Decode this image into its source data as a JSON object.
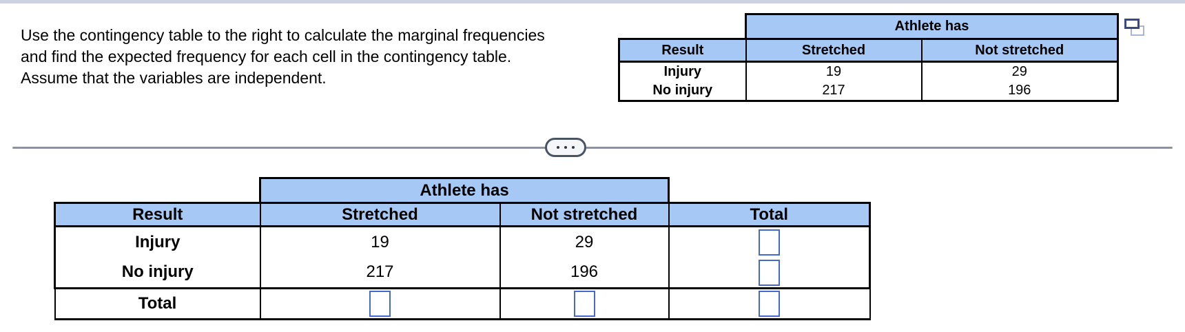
{
  "problem": {
    "line1": "Use the contingency table to the right to calculate the marginal frequencies",
    "line2": "and find the expected frequency for each cell in the contingency table.",
    "line3": "Assume that the variables are independent."
  },
  "reference_table": {
    "span_header": "Athlete has",
    "columns": [
      "Result",
      "Stretched",
      "Not stretched"
    ],
    "rows": [
      {
        "label": "Injury",
        "stretched": "19",
        "not_stretched": "29"
      },
      {
        "label": "No injury",
        "stretched": "217",
        "not_stretched": "196"
      }
    ]
  },
  "answer_table": {
    "span_header": "Athlete has",
    "columns": [
      "Result",
      "Stretched",
      "Not stretched",
      "Total"
    ],
    "rows": [
      {
        "label": "Injury",
        "stretched": "19",
        "not_stretched": "29"
      },
      {
        "label": "No injury",
        "stretched": "217",
        "not_stretched": "196"
      }
    ],
    "total_label": "Total",
    "input_value": ""
  },
  "icons": {
    "divider_toggle": "ellipsis-icon",
    "popout": "popout-window-icon"
  },
  "colors": {
    "table_header_blue": "#a5c8f5",
    "table_border": "#000000",
    "answer_box_border": "#4468cc",
    "divider_gray": "#8b93a0",
    "pill_border": "#4a5461",
    "top_strip": "#ccd3df",
    "popout_front": "#3b4886",
    "popout_back": "#a9b2d8"
  }
}
